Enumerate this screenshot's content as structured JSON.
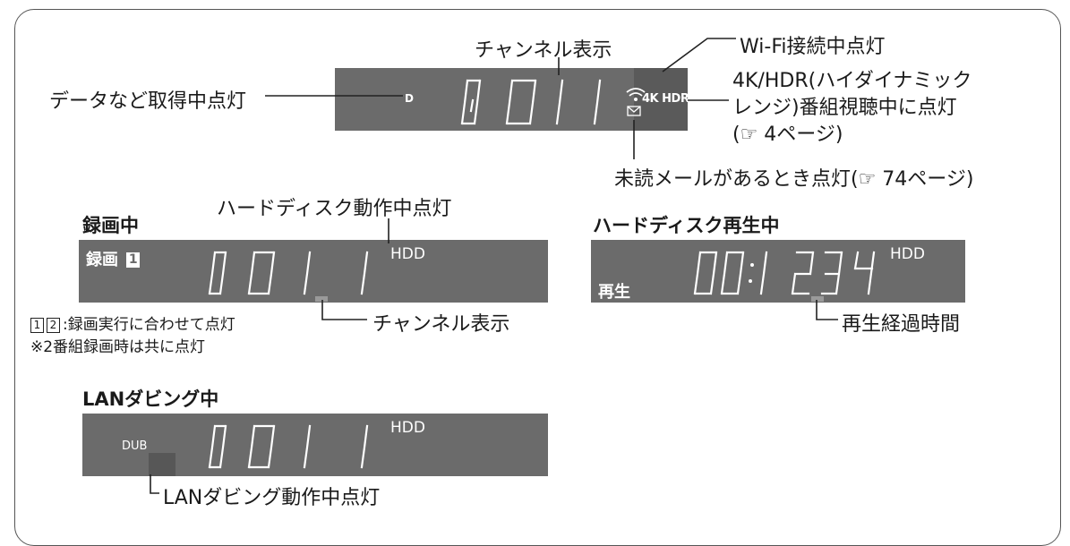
{
  "top_display": {
    "channel_label": "チャンネル表示",
    "wifi_label": "Wi-Fi接続中点灯",
    "data_label": "データなど取得中点灯",
    "dot_glyph": "D",
    "hdr_label_line1": "4K/HDR(ハイダイナミック",
    "hdr_label_line2": "レンジ)番組視聴中に点灯",
    "hdr_label_line3": "(☞ 4ページ)",
    "hdr_badge": "4K HDR",
    "mail_label": "未読メールがあるとき点灯(☞ 74ページ)"
  },
  "recording": {
    "heading": "録画中",
    "hdd_label": "ハードディスク動作中点灯",
    "panel_text": "録画",
    "panel_num": "1",
    "hdd_badge": "HDD",
    "channel_label": "チャンネル表示",
    "note_boxes": [
      "1",
      "2"
    ],
    "note_line1": ":録画実行に合わせて点灯",
    "note_line2": "※2番組録画時は共に点灯"
  },
  "playback": {
    "heading": "ハードディスク再生中",
    "panel_text": "再生",
    "hdd_badge": "HDD",
    "elapsed_label": "再生経過時間"
  },
  "lan_dubbing": {
    "heading": "LANダビング中",
    "dub_badge": "DUB",
    "hdd_badge": "HDD",
    "dub_label": "LANダビング動作中点灯"
  },
  "colors": {
    "panel": "#6b6b6b",
    "panel_dark": "#555555",
    "segment": "#ffffff"
  }
}
